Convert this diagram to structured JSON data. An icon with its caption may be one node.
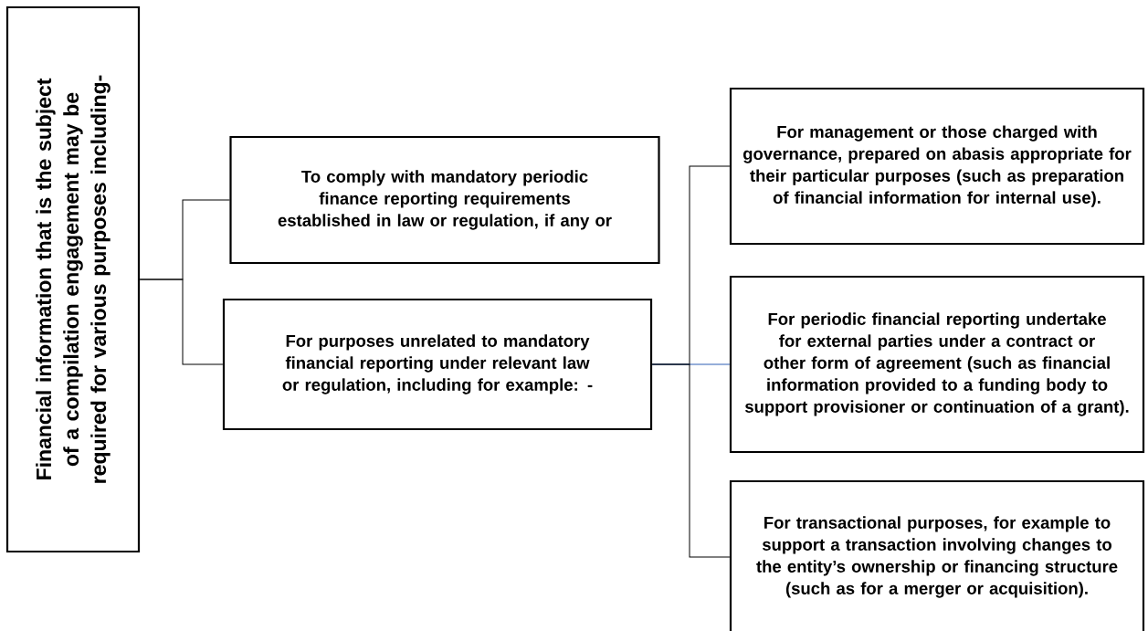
{
  "diagram": {
    "nodes": [
      {
        "text": [
          "Financial information that is the subject of a compilation engagement may be required for various purposes including-"
        ]
      },
      {
        "text": [
          "To comply with mandatory periodic finance reporting requirements established in law or regulation, if any or"
        ]
      },
      {
        "text": [
          "For purposes unrelated to mandatory financial reporting under relevant law or regulation, including for example: -"
        ]
      },
      {
        "text": [
          "For management or those charged with governance, prepared on abasis appropriate for their particular purposes (such as preparation of financial information for internal use)."
        ]
      },
      {
        "text": [
          "For periodic financial reporting undertake for external parties under a contract or other form of agreement (such as financial information provided to a funding body to support provisioner or continuation of a grant)."
        ]
      },
      {
        "text": [
          "For transactional purposes, for example to support a transaction involving changes to the entity’s ownership or financing structure (such as for a merger or acquisition)."
        ]
      }
    ],
    "edges": [
      {
        "from": 0,
        "to": 1,
        "arrow": "none"
      },
      {
        "from": 0,
        "to": 2,
        "arrow": "none"
      },
      {
        "from": 2,
        "to": 3,
        "arrow": "none"
      },
      {
        "from": 2,
        "to": 4,
        "arrow": "none",
        "color": "#2f5fb3"
      },
      {
        "from": 2,
        "to": 5,
        "arrow": "none"
      }
    ]
  }
}
